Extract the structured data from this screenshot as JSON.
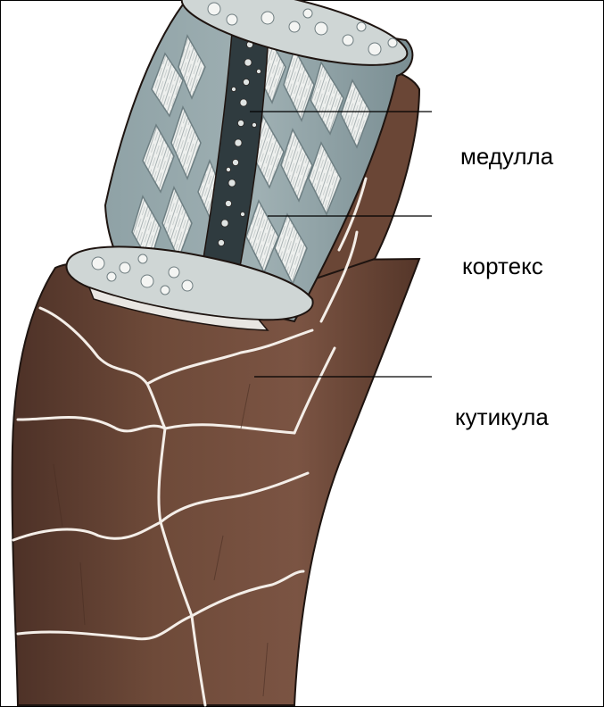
{
  "labels": {
    "medulla": "медулла",
    "cortex": "кортекс",
    "cuticle": "кутикула"
  },
  "colors": {
    "cuticle_fill": "#6e4a39",
    "cuticle_shade": "#5a3a2d",
    "cuticle_highlight": "#8a6150",
    "scale_edge": "#f4eee8",
    "outline": "#1e1410",
    "cortex_fill": "#7f9499",
    "cortex_cell": "#e9ebe9",
    "medulla_fill": "#2f3b3f",
    "leader_line": "#000000"
  }
}
